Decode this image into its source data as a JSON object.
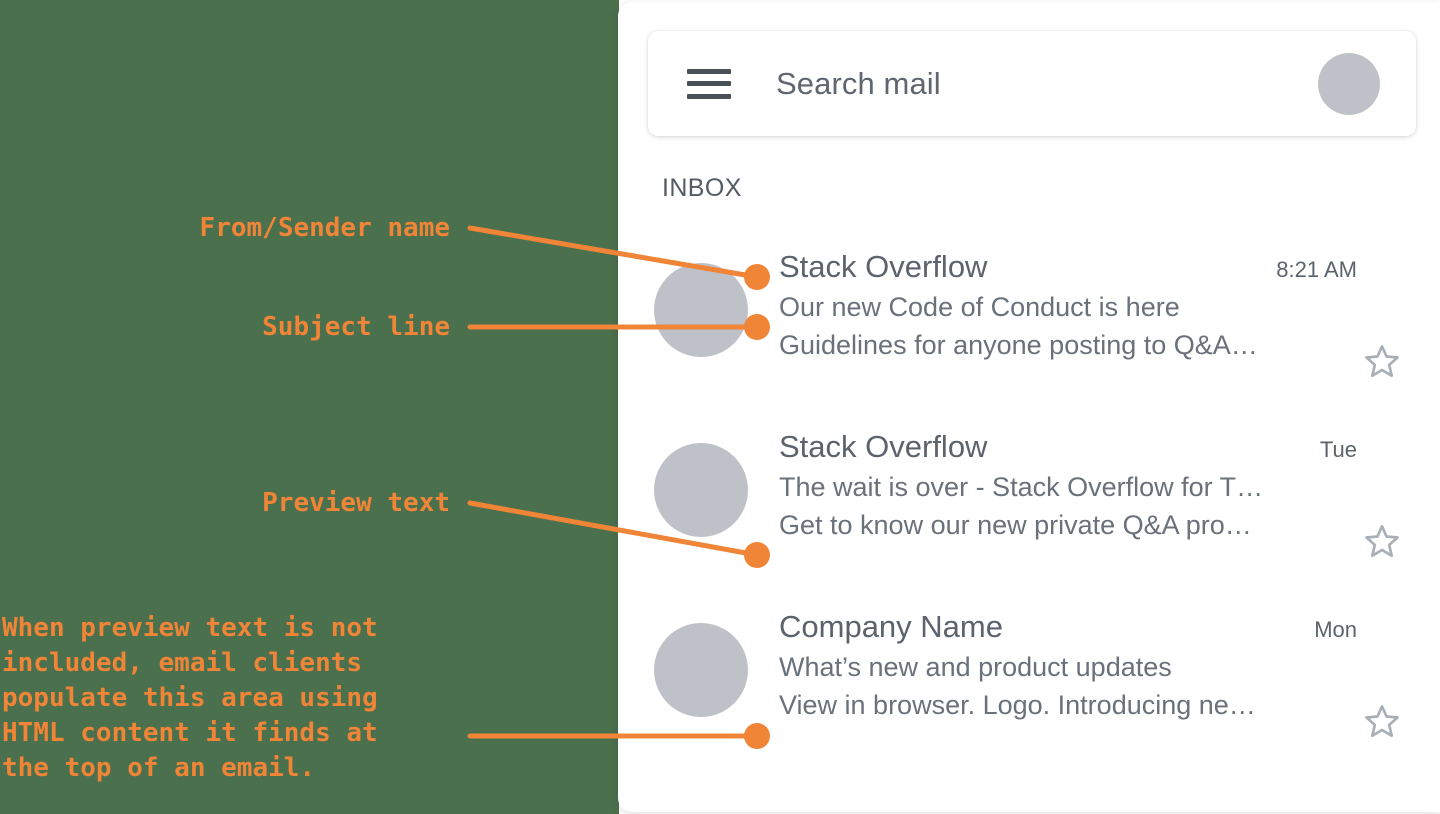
{
  "backdrop": {
    "color": "#4B704D"
  },
  "accent": {
    "orange": "#F08437",
    "avatar_gray": "#BEC2C8",
    "text_gray": "#5C636C"
  },
  "mail_app": {
    "search": {
      "menu_icon": "hamburger-menu-icon",
      "placeholder": "Search mail",
      "avatar": "account-avatar"
    },
    "folder_label": "INBOX",
    "emails": [
      {
        "sender": "Stack Overflow",
        "time": "8:21 AM",
        "subject": "Our new Code of Conduct is here",
        "preview": "Guidelines for anyone posting to Q&A…",
        "star": "star-outline-icon"
      },
      {
        "sender": "Stack Overflow",
        "time": "Tue",
        "subject": "The wait is over - Stack Overflow for T…",
        "preview": "Get to know our new private Q&A pro…",
        "star": "star-outline-icon"
      },
      {
        "sender": "Company Name",
        "time": "Mon",
        "subject": "What’s new and product updates",
        "preview": "View in browser. Logo. Introducing ne…",
        "star": "star-outline-icon"
      }
    ]
  },
  "annotations": {
    "from_sender": "From/Sender name",
    "subject_line": "Subject line",
    "preview_text": "Preview text",
    "note": "When preview text is not\nincluded, email clients\npopulate this area using\nHTML content it finds at\nthe top of an email."
  }
}
